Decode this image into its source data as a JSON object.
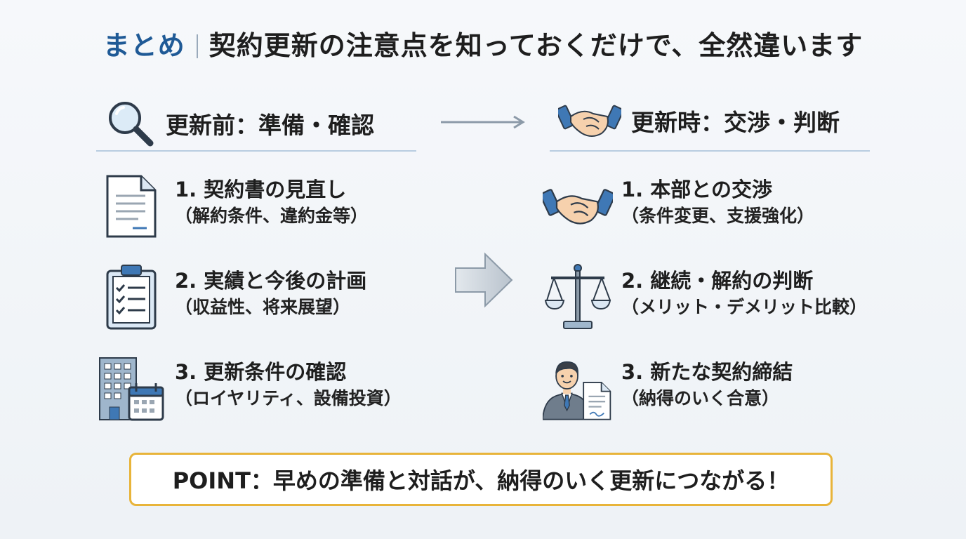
{
  "title": {
    "lead": "まとめ",
    "main": "契約更新の注意点を知っておくだけで、全然違います"
  },
  "left": {
    "heading": "更新前：準備・確認",
    "items": [
      {
        "title": "1. 契約書の見直し",
        "sub": "（解約条件、違約金等）"
      },
      {
        "title": "2. 実績と今後の計画",
        "sub": "（収益性、将来展望）"
      },
      {
        "title": "3. 更新条件の確認",
        "sub": "（ロイヤリティ、設備投資）"
      }
    ]
  },
  "right": {
    "heading": "更新時：交渉・判断",
    "items": [
      {
        "title": "1. 本部との交渉",
        "sub": "（条件変更、支援強化）"
      },
      {
        "title": "2. 継続・解約の判断",
        "sub": "（メリット・デメリット比較）"
      },
      {
        "title": "3. 新たな契約締結",
        "sub": "（納得のいく合意）"
      }
    ]
  },
  "point": "POINT：早めの準備と対話が、納得のいく更新につながる！",
  "icons": [
    "magnifier-icon",
    "handshake-icon",
    "document-icon",
    "clipboard-icon",
    "building-calendar-icon",
    "scale-icon",
    "businessman-contract-icon"
  ],
  "colors": {
    "accent": "#1f5a96",
    "rule": "#b8cde0",
    "point_border": "#e8b43a"
  }
}
